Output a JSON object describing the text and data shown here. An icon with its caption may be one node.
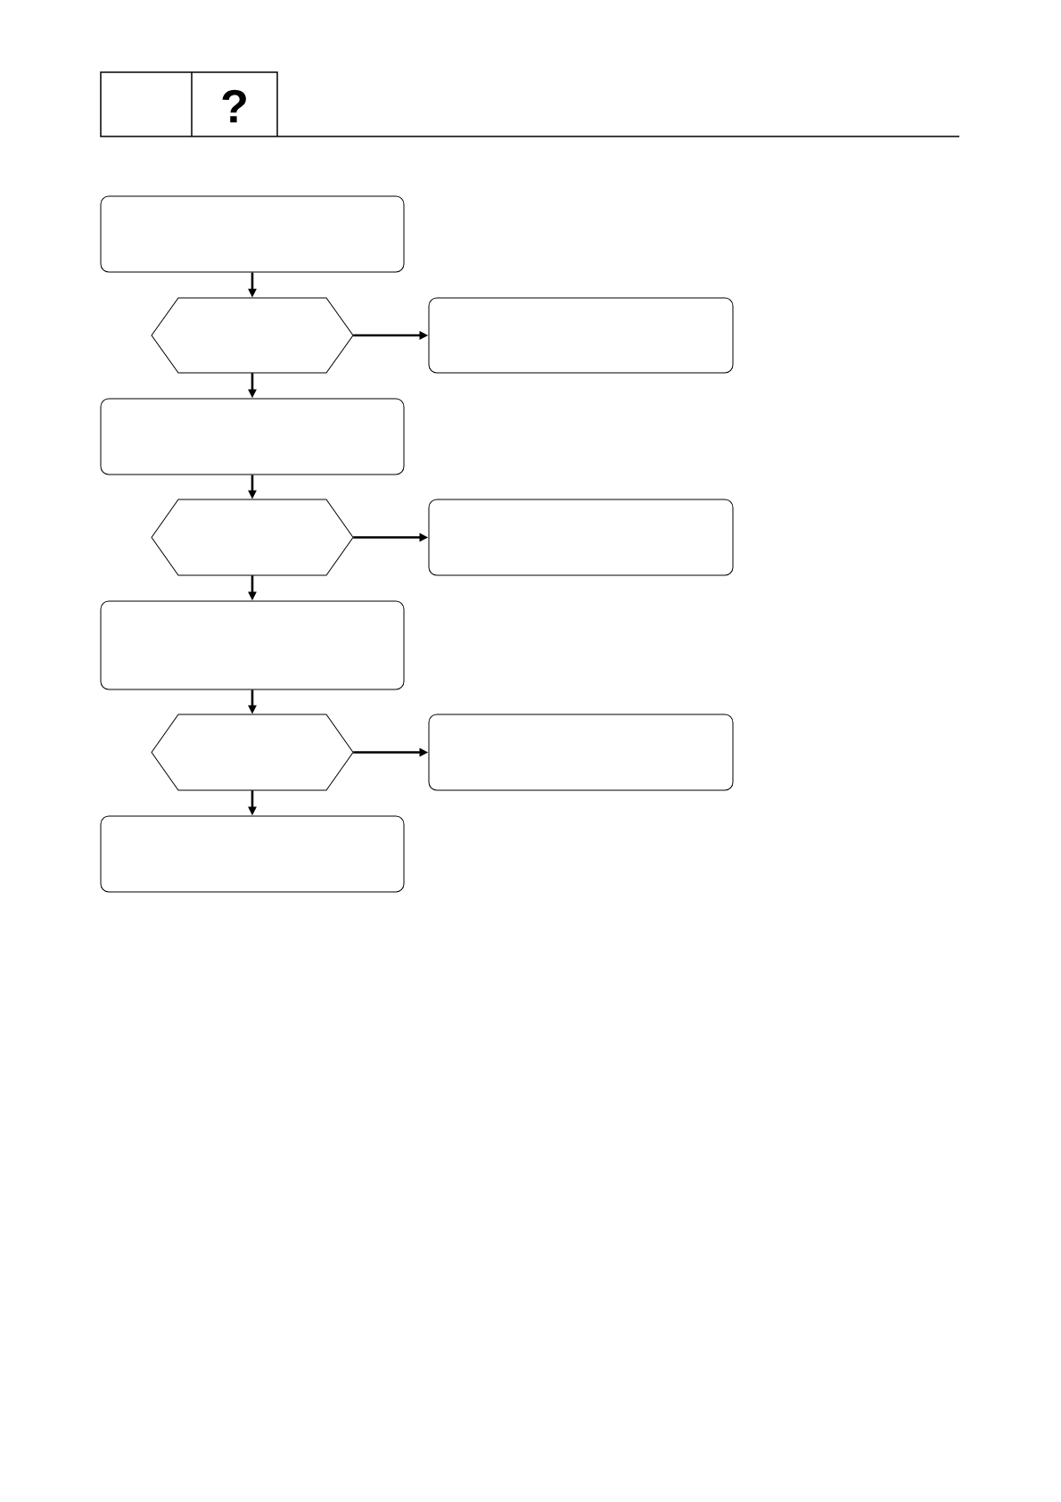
{
  "diagram": {
    "nodes": [
      {
        "text": [],
        "shape": "box"
      },
      {
        "text": [],
        "shape": "hexagon"
      },
      {
        "text": [],
        "shape": "box"
      },
      {
        "text": [],
        "shape": "box"
      },
      {
        "text": [],
        "shape": "hexagon"
      },
      {
        "text": [],
        "shape": "box"
      },
      {
        "text": [],
        "shape": "box"
      },
      {
        "text": [],
        "shape": "hexagon"
      },
      {
        "text": [],
        "shape": "box"
      },
      {
        "text": [],
        "shape": "box"
      }
    ],
    "edges": [
      {
        "from": 0,
        "to": 1,
        "arrow": "to"
      },
      {
        "from": 1,
        "to": 2,
        "arrow": "to"
      },
      {
        "from": 1,
        "to": 3,
        "arrow": "to"
      },
      {
        "from": 3,
        "to": 4,
        "arrow": "to"
      },
      {
        "from": 4,
        "to": 5,
        "arrow": "to"
      },
      {
        "from": 4,
        "to": 6,
        "arrow": "to"
      },
      {
        "from": 6,
        "to": 7,
        "arrow": "to"
      },
      {
        "from": 7,
        "to": 8,
        "arrow": "to"
      },
      {
        "from": 7,
        "to": 9,
        "arrow": "to"
      }
    ],
    "labels": [
      "?"
    ]
  }
}
